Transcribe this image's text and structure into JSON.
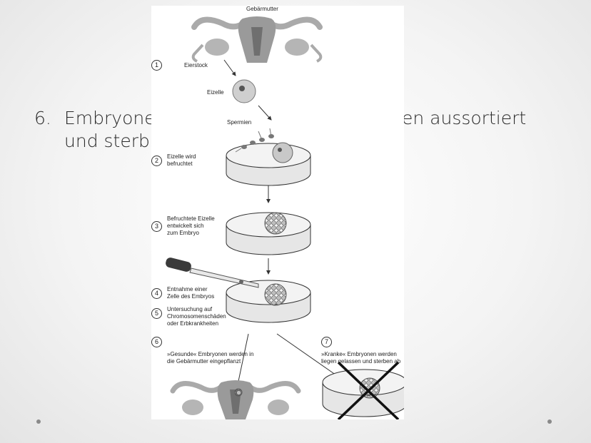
{
  "slide": {
    "title_fragment": "n",
    "bullet_number": "6.",
    "bullet_line1_left": "Embryone",
    "bullet_line1_right": "en aussortiert",
    "bullet_line2": "und sterb"
  },
  "figure": {
    "top_label": "Gebärmutter",
    "ovary_label": "Eierstock",
    "egg_label": "Eizelle",
    "sperm_label": "Spermien",
    "steps": [
      {
        "num": "1",
        "text": ""
      },
      {
        "num": "2",
        "text": "Eizelle wird\nbefruchtet"
      },
      {
        "num": "3",
        "text": "Befruchtete Eizelle\nentwickelt sich\nzum Embryo"
      },
      {
        "num": "4",
        "text": "Entnahme einer\nZelle des Embryos"
      },
      {
        "num": "5",
        "text": "Untersuchung auf\nChromosomenschäden\noder Erbkrankheiten"
      },
      {
        "num": "6",
        "text": "»Gesunde« Embryonen werden in\ndie Gebärmutter eingepflanzt"
      },
      {
        "num": "7",
        "text": "»Kranke« Embryonen werden\nliegen gelassen und sterben ab"
      }
    ]
  },
  "colors": {
    "slide_text": "#2b2b2b",
    "uterus_gray": "#9a9a9a",
    "dish_fill": "#eeeeee",
    "cross": "#111111"
  }
}
